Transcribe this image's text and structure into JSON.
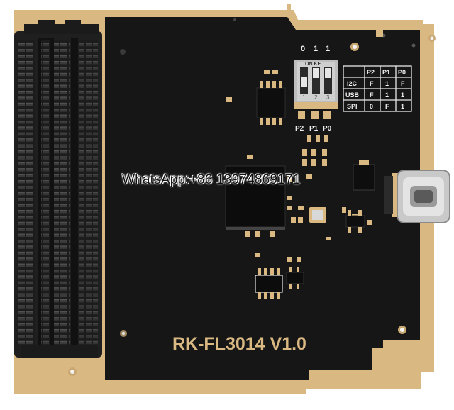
{
  "board": {
    "label": "RK-FL3014 V1.0",
    "colors": {
      "pcb": "#161616",
      "gold": "#d9b882",
      "connector": "#222222",
      "usb_shell": "#c9c9c9"
    }
  },
  "dip_switch": {
    "top_values": [
      "0",
      "1",
      "1"
    ],
    "header_text": "ON  KE",
    "pin_numbers": [
      "1",
      "2",
      "3"
    ],
    "bottom_labels": [
      "P2",
      "P1",
      "P0"
    ]
  },
  "mode_table": {
    "columns": [
      "",
      "P2",
      "P1",
      "P0"
    ],
    "rows": [
      [
        "I2C",
        "F",
        "1",
        "F"
      ],
      [
        "USB",
        "F",
        "1",
        "1"
      ],
      [
        "SPI",
        "0",
        "F",
        "1"
      ]
    ]
  },
  "watermark": "WhatsApp:+86 13974869171"
}
